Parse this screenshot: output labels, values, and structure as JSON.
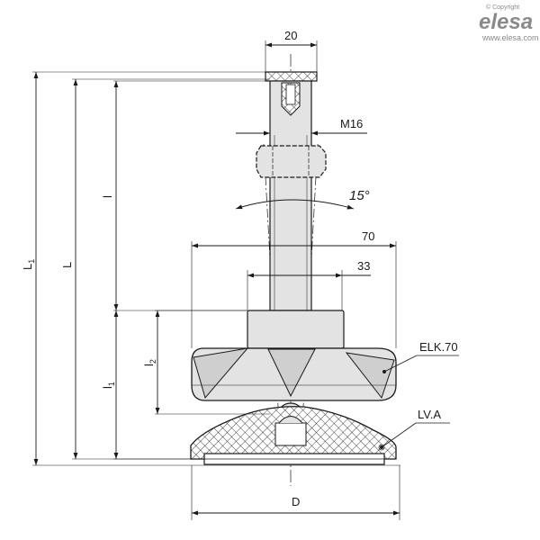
{
  "brand": {
    "copyright": "© Copyright",
    "logo": "elesa",
    "website": "www.elesa.com"
  },
  "dimensions": {
    "head_width": "20",
    "thread": "M16",
    "angle": "15°",
    "knob_span": "70",
    "hub_span": "33",
    "overall_length": "L",
    "overall_length_sub": "1",
    "length": "L",
    "stem_length": "l",
    "base_height": "l",
    "base_height_sub": "1",
    "knob_height": "l",
    "knob_height_sub": "2",
    "base_diameter": "D"
  },
  "callouts": {
    "knob": "ELK.70",
    "base": "LV.A"
  },
  "colors": {
    "outline": "#1a1a1a",
    "fill": "#e3e3e3",
    "fill_dark": "#cfcfcf",
    "logo": "#8a8a8a"
  }
}
